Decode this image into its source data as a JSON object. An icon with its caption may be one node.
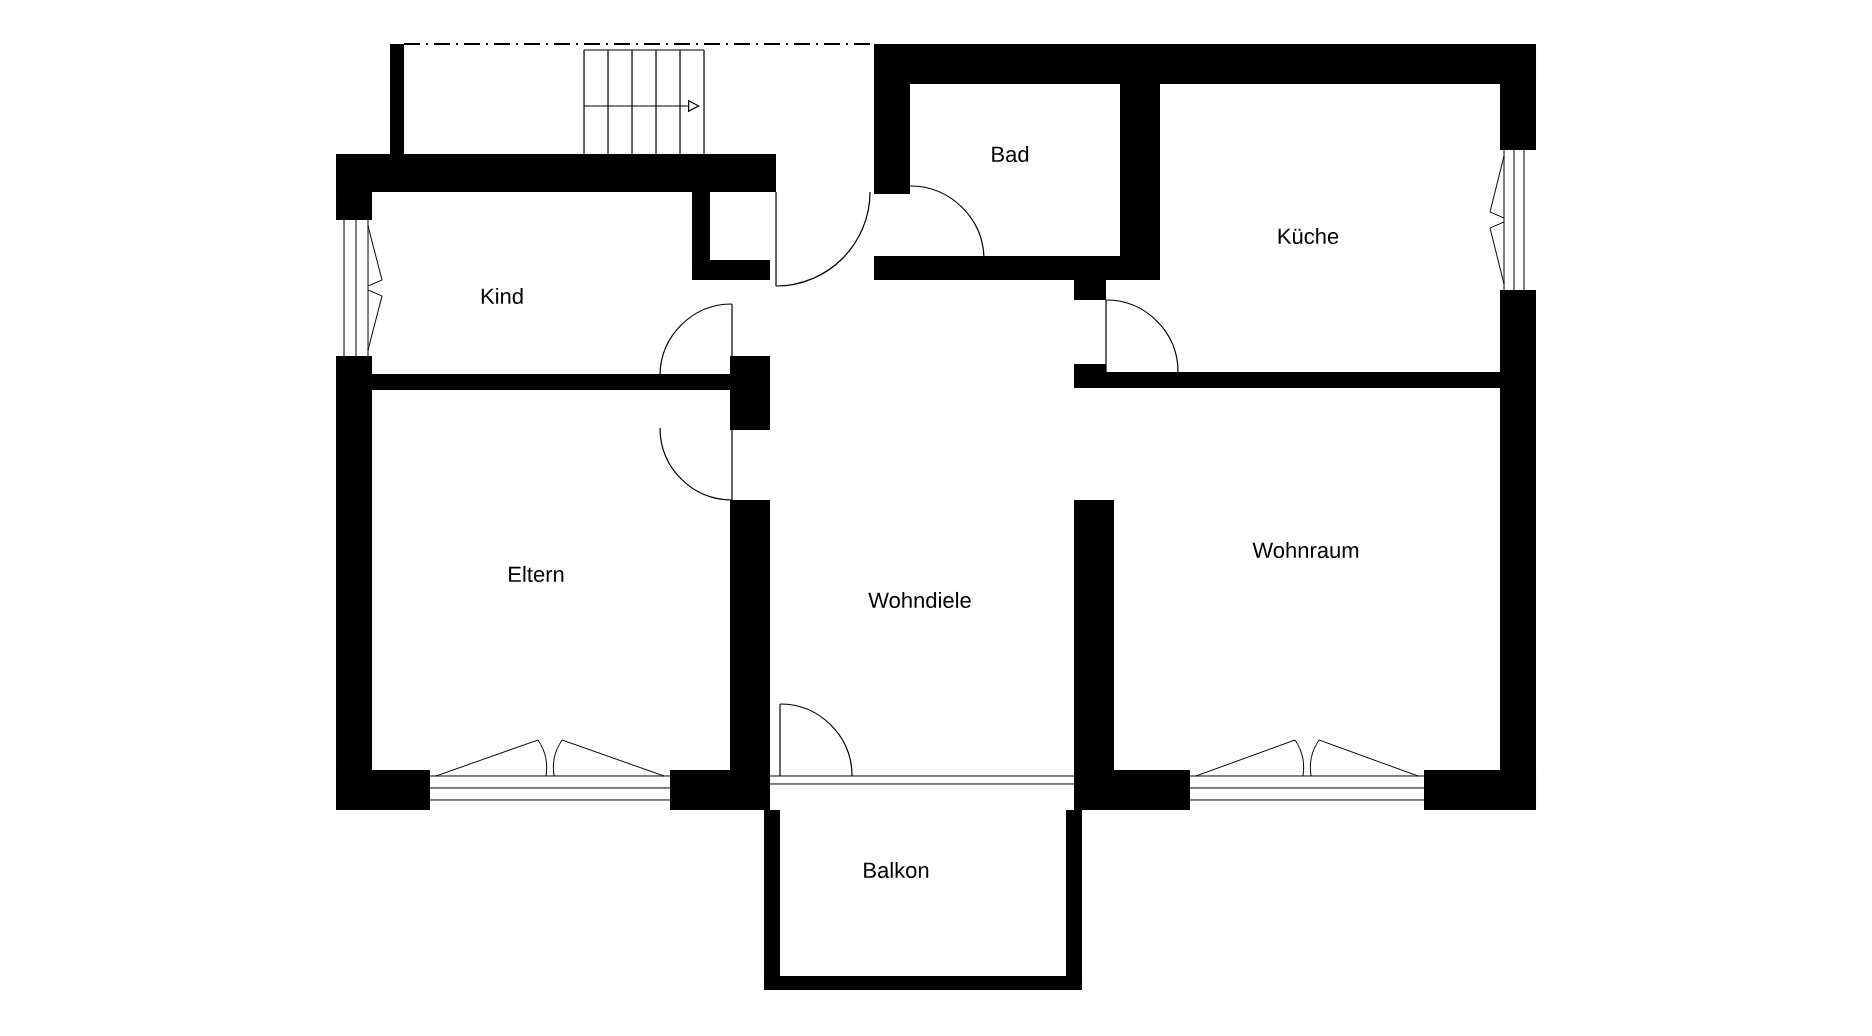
{
  "diagram": {
    "labels": [
      "Bad",
      "Küche",
      "Kind",
      "Eltern",
      "Wohndiele",
      "Wohnraum",
      "Balkon"
    ]
  }
}
